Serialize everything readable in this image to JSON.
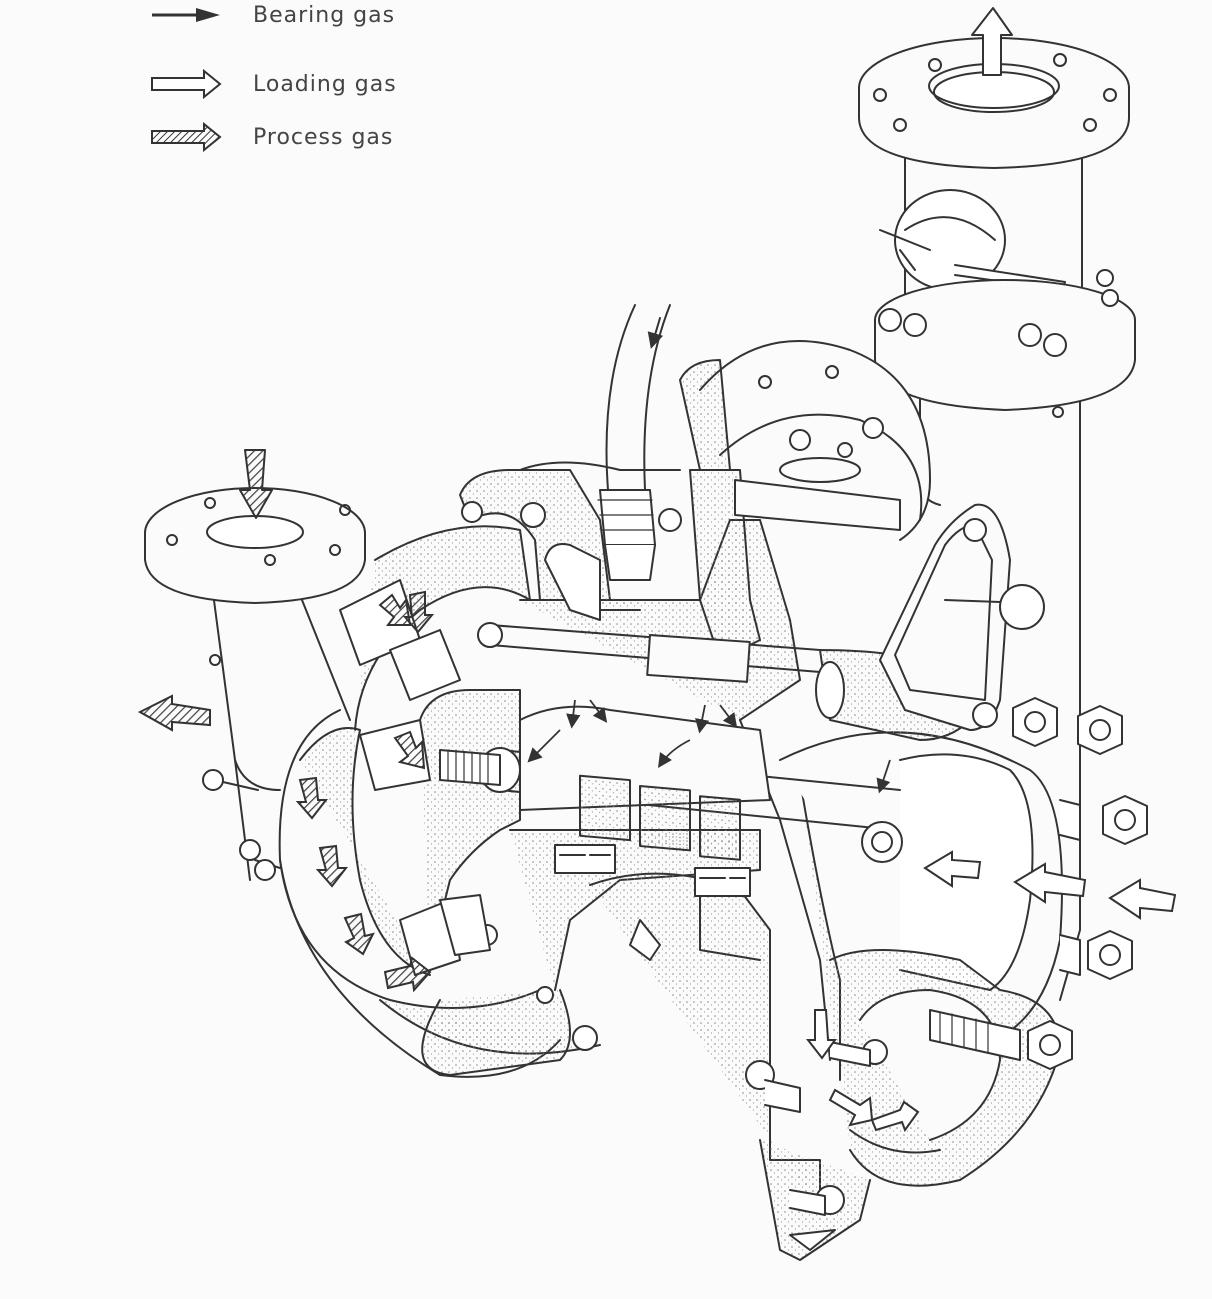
{
  "legend": [
    {
      "key": "bearing",
      "label": "Bearing gas",
      "arrow": "solid-arrow"
    },
    {
      "key": "loading",
      "label": "Loading gas",
      "arrow": "hollow-arrow"
    },
    {
      "key": "process",
      "label": "Process gas",
      "arrow": "hatched-arrow"
    }
  ],
  "colors": {
    "ink": "#333333",
    "paper": "#fbfbfb",
    "stipple": "#8a8a8a"
  }
}
